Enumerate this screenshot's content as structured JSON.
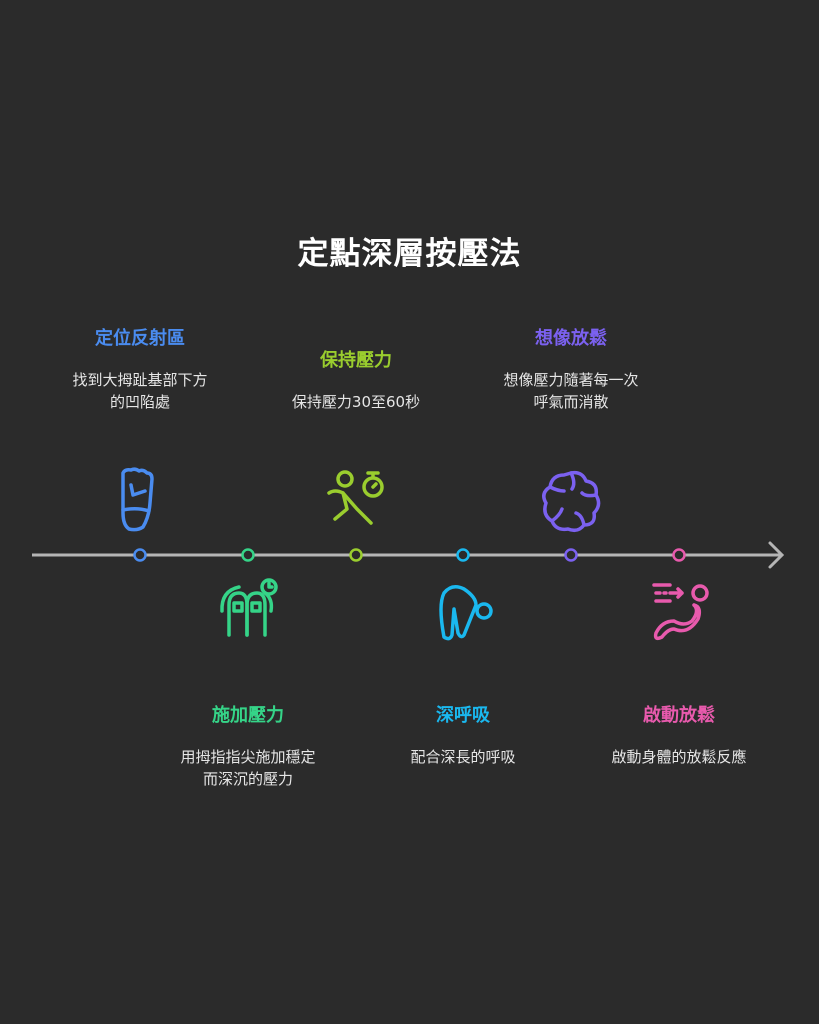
{
  "title": "定點深層按壓法",
  "colors": {
    "background": "#2b2b2b",
    "axis": "#b5b5b5"
  },
  "steps": [
    {
      "title": "定位反射區",
      "desc": [
        "找到大拇趾基部下方",
        "的凹陷處"
      ],
      "color": "#4a8cf0",
      "icon": "foot-icon",
      "position": "top"
    },
    {
      "title": "施加壓力",
      "desc": [
        "用拇指指尖施加穩定",
        "而深沉的壓力"
      ],
      "color": "#35d488",
      "icon": "finger-press-timer-icon",
      "position": "bottom"
    },
    {
      "title": "保持壓力",
      "desc": [
        "保持壓力30至60秒"
      ],
      "color": "#9acd2e",
      "icon": "runner-stopwatch-icon",
      "position": "top"
    },
    {
      "title": "深呼吸",
      "desc": [
        "配合深長的呼吸"
      ],
      "color": "#1ab8ef",
      "icon": "bending-person-icon",
      "position": "bottom"
    },
    {
      "title": "想像放鬆",
      "desc": [
        "想像壓力隨著每一次",
        "呼氣而消散"
      ],
      "color": "#7b61f0",
      "icon": "swirl-flower-icon",
      "position": "top"
    },
    {
      "title": "啟動放鬆",
      "desc": [
        "啟動身體的放鬆反應"
      ],
      "color": "#e85aad",
      "icon": "relaxing-person-icon",
      "position": "bottom"
    }
  ]
}
